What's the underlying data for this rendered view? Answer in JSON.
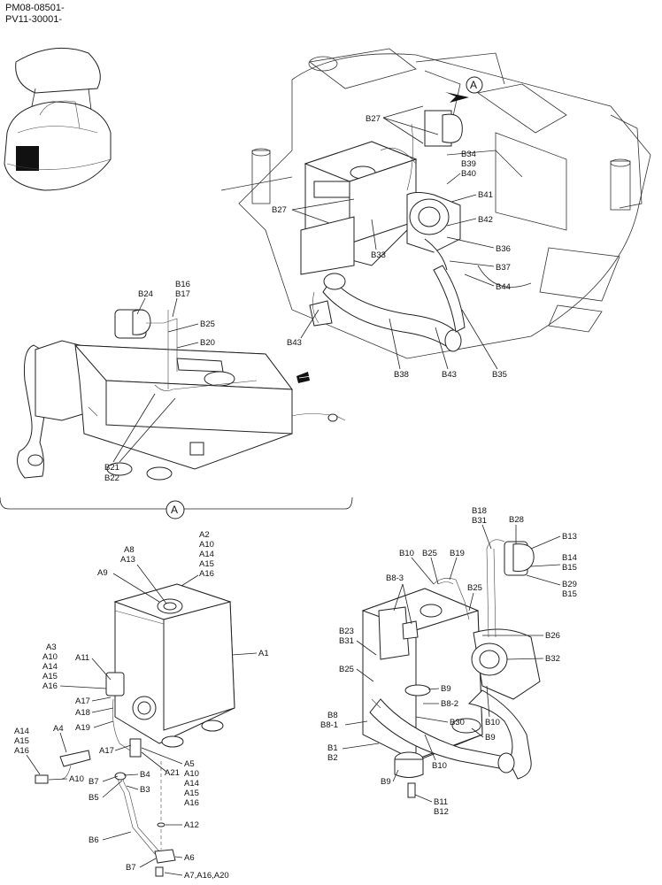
{
  "header": {
    "line1": "PM08-08501-",
    "line2": "PV11-30001-"
  },
  "view_marker": "A",
  "labels_top": [
    "B27",
    "B34",
    "B39",
    "B40",
    "B41",
    "B27",
    "B42",
    "B33",
    "B36",
    "B37",
    "B44",
    "B43",
    "B38",
    "B43",
    "B35"
  ],
  "labels_left": [
    "B16",
    "B17",
    "B24",
    "B25",
    "B20",
    "B21",
    "B22"
  ],
  "labels_tank_a": [
    "A2",
    "A10",
    "A14",
    "A15",
    "A16",
    "A8",
    "A13",
    "A9",
    "A1",
    "A11",
    "A3",
    "A10",
    "A14",
    "A15",
    "A16",
    "A17",
    "A18",
    "A19",
    "A4",
    "A14",
    "A15",
    "A16",
    "A10",
    "A17",
    "A5",
    "A21",
    "A10",
    "A14",
    "A15",
    "A16",
    "B7",
    "B4",
    "B5",
    "B3",
    "A12",
    "B6",
    "B7",
    "A6",
    "A7,A16,A20"
  ],
  "labels_tank_b": [
    "B18",
    "B31",
    "B28",
    "B13",
    "B14",
    "B15",
    "B29",
    "B15",
    "B10",
    "B25",
    "B19",
    "B8-3",
    "B25",
    "B26",
    "B23",
    "B31",
    "B32",
    "B25",
    "B9",
    "B8-2",
    "B30",
    "B10",
    "B8",
    "B8-1",
    "B9",
    "B1",
    "B2",
    "B10",
    "B9",
    "B11",
    "B12"
  ]
}
